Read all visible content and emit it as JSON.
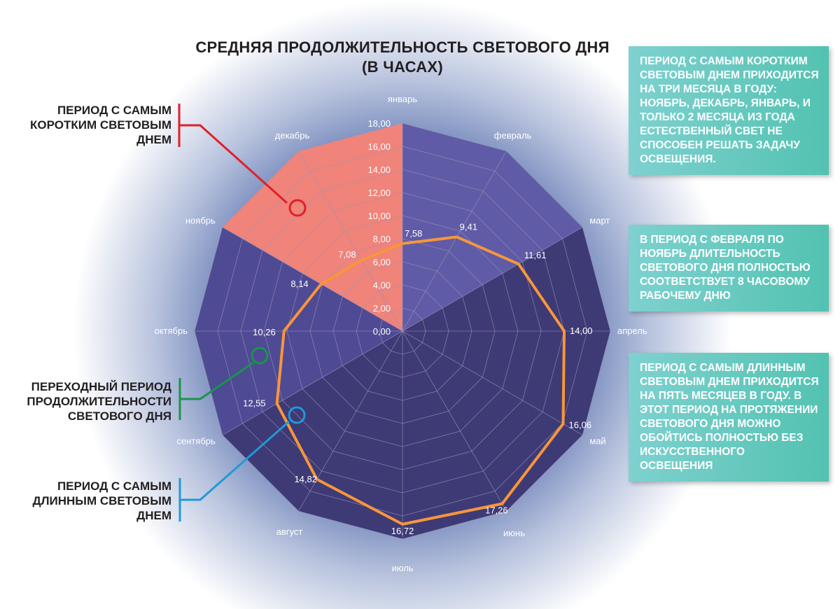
{
  "title_line1": "Средняя продолжительность светового дня",
  "title_line2": "(в часах)",
  "colors": {
    "shortest": "#e0202a",
    "transition": "#17954a",
    "longest": "#1f9ad6",
    "series": "#f7963a",
    "sector_short": "#f0837a",
    "sector_dark": "#3e3a75",
    "sector_mid": "#5f5ba6",
    "box": "#5ec7b9"
  },
  "left_labels": {
    "shortest": "Период с самым коротким световым днем",
    "transition": "Переходный период продолжительности светового дня",
    "longest": "Период с самым длинным световым днем"
  },
  "boxes": {
    "box1": "Период с самым коротким световым днем приходится на три месяца в году: ноябрь, декабрь, январь, и только 2 месяца из года естественный свет не способен решать задачу освещения.",
    "box2": "В период с февраля по ноябрь длительность светового дня полностью соответствует 8 часовому рабочему дню",
    "box3": "Период с самым длинным световым днем приходится на пять месяцев в году. В этот период на протяжении светового дня можно обойтись полностью без искусственного освещения"
  },
  "chart_data": {
    "type": "radar",
    "categories": [
      "январь",
      "февраль",
      "март",
      "апрель",
      "май",
      "июнь",
      "июль",
      "август",
      "сентябрь",
      "октябрь",
      "ноябрь",
      "декабрь"
    ],
    "values": [
      7.58,
      9.41,
      11.61,
      14.0,
      16.06,
      17.26,
      16.72,
      14.82,
      12.55,
      10.26,
      8.14,
      7.08
    ],
    "value_labels": [
      "7,58",
      "9,41",
      "11,61",
      "14,00",
      "16,06",
      "17,26",
      "16,72",
      "14,82",
      "12,55",
      "10,26",
      "8,14",
      "7,08"
    ],
    "ticks": [
      "0,00",
      "2,00",
      "4,00",
      "6,00",
      "8,00",
      "10,00",
      "12,00",
      "14,00",
      "16,00",
      "18,00"
    ],
    "rmax": 18,
    "grid": true
  }
}
